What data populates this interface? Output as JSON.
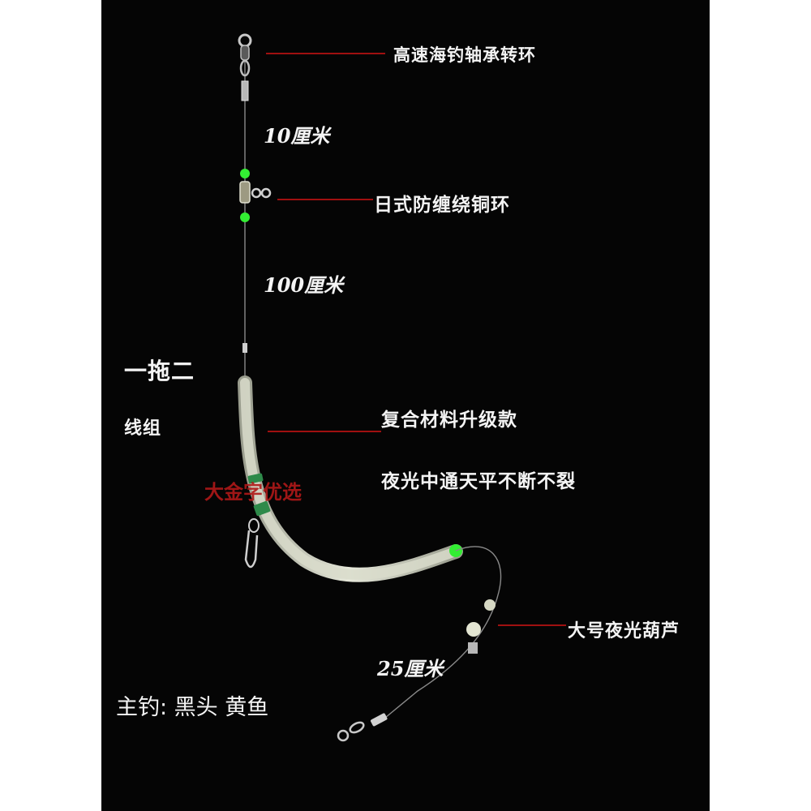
{
  "labels": {
    "swivel": "高速海钓轴承转环",
    "anti_tangle": "日式防缠绕铜环",
    "composite": "复合材料升级款",
    "glow_feature": "夜光中通天平不断不裂",
    "float": "大号夜光葫芦",
    "rig_type_line1": "一拖二",
    "rig_type_line2": "线组",
    "main_hook": "主钓: 黑头 黄鱼"
  },
  "distances": {
    "top": "10厘米",
    "middle": "100厘米",
    "bottom": "25厘米"
  },
  "watermark": "大金字优选",
  "colors": {
    "background": "#050505",
    "page_margin": "#ffffff",
    "pointer_line": "#a01010",
    "glow_bead": "#33ee33",
    "glow_tube": "#d9dccb",
    "watermark": "#b01818",
    "text": "#f4f4f4"
  }
}
